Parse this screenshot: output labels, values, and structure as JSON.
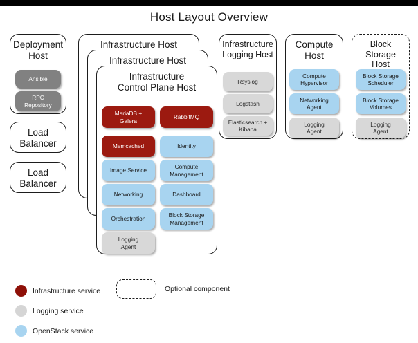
{
  "title": "Host Layout Overview",
  "legend": {
    "items": [
      {
        "swatch": "infra-dot-icon",
        "label": "Infrastructure service"
      },
      {
        "swatch": "logging-dot-icon",
        "label": "Logging service"
      },
      {
        "swatch": "openstack-dot-icon",
        "label": "OpenStack service"
      }
    ],
    "optional": {
      "swatch": "dashed-box-icon",
      "label": "Optional component"
    }
  },
  "hosts": [
    {
      "id": "deployment-host",
      "title": "Deployment\nHost",
      "optional": false,
      "services": [
        {
          "label": "Ansible",
          "type": "deploy"
        },
        {
          "label": "RPC\nRepository",
          "type": "deploy"
        }
      ]
    },
    {
      "id": "load-balancer-1",
      "title": "Load\nBalancer",
      "optional": false,
      "services": []
    },
    {
      "id": "load-balancer-2",
      "title": "Load\nBalancer",
      "optional": false,
      "services": []
    },
    {
      "id": "infrastructure-host-back",
      "title": "Infrastructure Host",
      "optional": false,
      "services": []
    },
    {
      "id": "infrastructure-host-middle",
      "title": "Infrastructure Host",
      "optional": false,
      "services": []
    },
    {
      "id": "infrastructure-control-plane-host",
      "title": "Infrastructure\nControl Plane Host",
      "optional": false,
      "services": [
        {
          "label": "MariaDB +\nGalera",
          "type": "infra"
        },
        {
          "label": "RabbitMQ",
          "type": "infra"
        },
        {
          "label": "Memcached",
          "type": "infra"
        },
        {
          "label": "Identity",
          "type": "openstack"
        },
        {
          "label": "Image Service",
          "type": "openstack"
        },
        {
          "label": "Compute\nManagement",
          "type": "openstack"
        },
        {
          "label": "Networking",
          "type": "openstack"
        },
        {
          "label": "Dashboard",
          "type": "openstack"
        },
        {
          "label": "Orchestration",
          "type": "openstack"
        },
        {
          "label": "Block Storage\nManagement",
          "type": "openstack"
        },
        {
          "label": "Logging\nAgent",
          "type": "logging"
        }
      ]
    },
    {
      "id": "infrastructure-logging-host",
      "title": "Infrastructure\nLogging Host",
      "optional": false,
      "services": [
        {
          "label": "Rsyslog",
          "type": "logging"
        },
        {
          "label": "Logstash",
          "type": "logging"
        },
        {
          "label": "Elasticsearch +\nKibana",
          "type": "logging"
        }
      ]
    },
    {
      "id": "compute-host",
      "title": "Compute\nHost",
      "optional": false,
      "services": [
        {
          "label": "Compute\nHypervisor",
          "type": "openstack"
        },
        {
          "label": "Networking\nAgent",
          "type": "openstack"
        },
        {
          "label": "Logging\nAgent",
          "type": "logging"
        }
      ]
    },
    {
      "id": "block-storage-host",
      "title": "Block Storage\nHost",
      "optional": true,
      "services": [
        {
          "label": "Block Storage\nScheduler",
          "type": "openstack"
        },
        {
          "label": "Block Storage\nVolumes",
          "type": "openstack"
        },
        {
          "label": "Logging\nAgent",
          "type": "logging"
        }
      ]
    }
  ],
  "colors": {
    "infrastructure_service": "#9c1a10",
    "openstack_service": "#a8d4f0",
    "logging_service": "#d8d8d8",
    "deployment_service": "#818181",
    "border": "#1d1d1d",
    "background": "#ffffff"
  }
}
